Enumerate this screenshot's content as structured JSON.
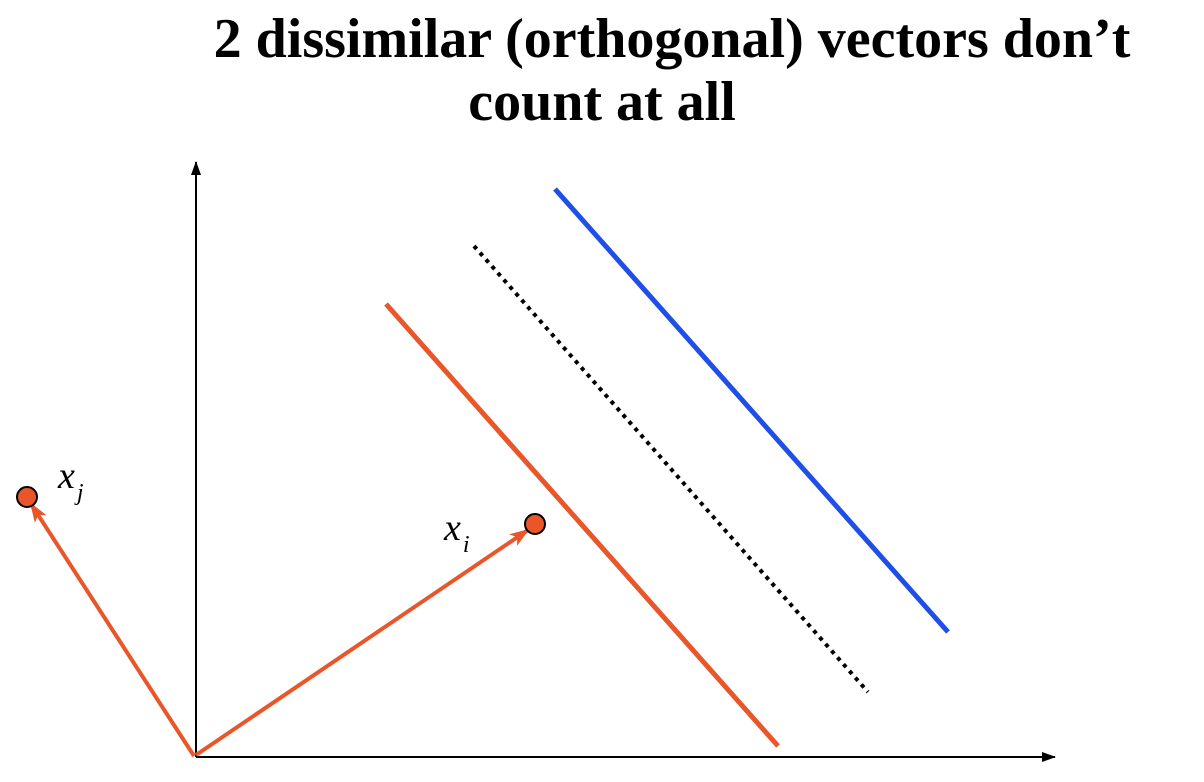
{
  "title": {
    "line1": "2 dissimilar (orthogonal) vectors don’t",
    "line2": "count at all"
  },
  "labels": {
    "xj": {
      "base": "x",
      "sub": "j"
    },
    "xi": {
      "base": "x",
      "sub": "i"
    }
  },
  "colors": {
    "vector": "#e8562a",
    "margin_line": "#e8562a",
    "other_margin_line": "#1f4fe6",
    "decision_boundary": "#000000",
    "axes": "#000000"
  }
}
